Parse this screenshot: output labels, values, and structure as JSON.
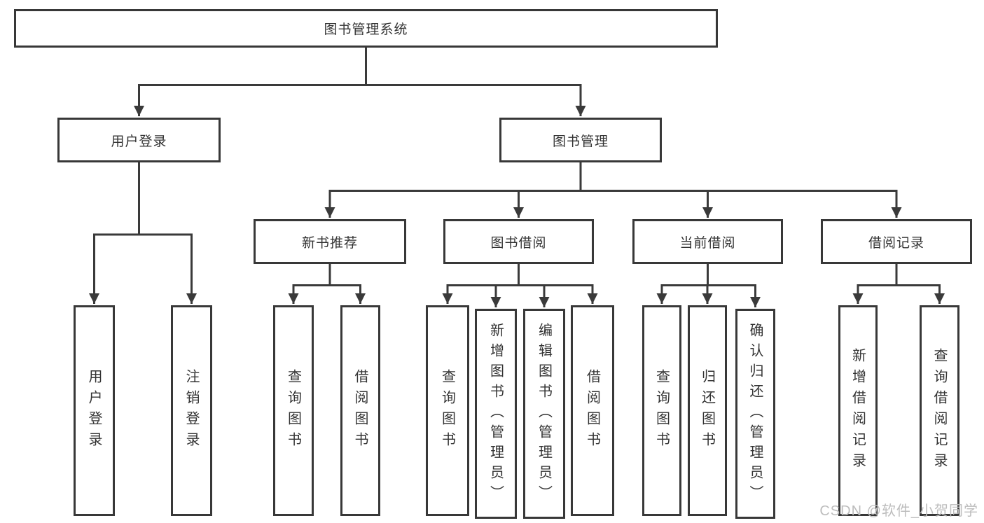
{
  "diagram": {
    "type": "hierarchy-tree",
    "line_color": "#3a3a3a",
    "box_border_color": "#383838",
    "box_background": "#ffffff",
    "text_color": "#333333"
  },
  "nodes": {
    "root": {
      "label": "图书管理系统"
    },
    "user_login": {
      "label": "用户登录"
    },
    "book_mgmt": {
      "label": "图书管理"
    },
    "new_book": {
      "label": "新书推荐"
    },
    "book_borrow": {
      "label": "图书借阅"
    },
    "current_borrow": {
      "label": "当前借阅"
    },
    "borrow_records": {
      "label": "借阅记录"
    },
    "leaf_user_login": {
      "label": "用户登录"
    },
    "leaf_logout": {
      "label": "注销登录"
    },
    "leaf_nb_query": {
      "label": "查询图书"
    },
    "leaf_nb_borrow": {
      "label": "借阅图书"
    },
    "leaf_bb_query": {
      "label": "查询图书"
    },
    "leaf_bb_add": {
      "label": "新增图书（管理员）"
    },
    "leaf_bb_edit": {
      "label": "编辑图书（管理员）"
    },
    "leaf_bb_borrow": {
      "label": "借阅图书"
    },
    "leaf_cb_query": {
      "label": "查询图书"
    },
    "leaf_cb_return": {
      "label": "归还图书"
    },
    "leaf_cb_confirm": {
      "label": "确认归还（管理员）"
    },
    "leaf_br_add": {
      "label": "新增借阅记录"
    },
    "leaf_br_query": {
      "label": "查询借阅记录"
    }
  },
  "edges": [
    [
      "root",
      "user_login"
    ],
    [
      "root",
      "book_mgmt"
    ],
    [
      "user_login",
      "leaf_user_login"
    ],
    [
      "user_login",
      "leaf_logout"
    ],
    [
      "book_mgmt",
      "new_book"
    ],
    [
      "book_mgmt",
      "book_borrow"
    ],
    [
      "book_mgmt",
      "current_borrow"
    ],
    [
      "book_mgmt",
      "borrow_records"
    ],
    [
      "new_book",
      "leaf_nb_query"
    ],
    [
      "new_book",
      "leaf_nb_borrow"
    ],
    [
      "book_borrow",
      "leaf_bb_query"
    ],
    [
      "book_borrow",
      "leaf_bb_add"
    ],
    [
      "book_borrow",
      "leaf_bb_edit"
    ],
    [
      "book_borrow",
      "leaf_bb_borrow"
    ],
    [
      "current_borrow",
      "leaf_cb_query"
    ],
    [
      "current_borrow",
      "leaf_cb_return"
    ],
    [
      "current_borrow",
      "leaf_cb_confirm"
    ],
    [
      "borrow_records",
      "leaf_br_add"
    ],
    [
      "borrow_records",
      "leaf_br_query"
    ]
  ],
  "watermark": {
    "text": "CSDN @软件_小贺同学",
    "color": "#bdbdbd"
  }
}
